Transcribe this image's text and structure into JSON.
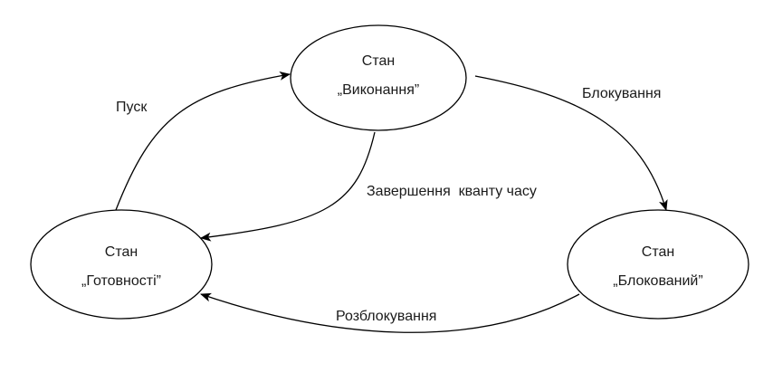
{
  "states": {
    "running": {
      "line1": "Стан",
      "line2": "„Виконання”"
    },
    "ready": {
      "line1": "Стан",
      "line2": "„Готовності”"
    },
    "blocked": {
      "line1": "Стан",
      "line2": "„Блокований”"
    }
  },
  "transitions": {
    "start": {
      "label": "Пуск"
    },
    "block": {
      "label": "Блокування"
    },
    "quantum_end": {
      "label": "Завершення  кванту часу"
    },
    "unblock": {
      "label": "Розблокування"
    }
  }
}
